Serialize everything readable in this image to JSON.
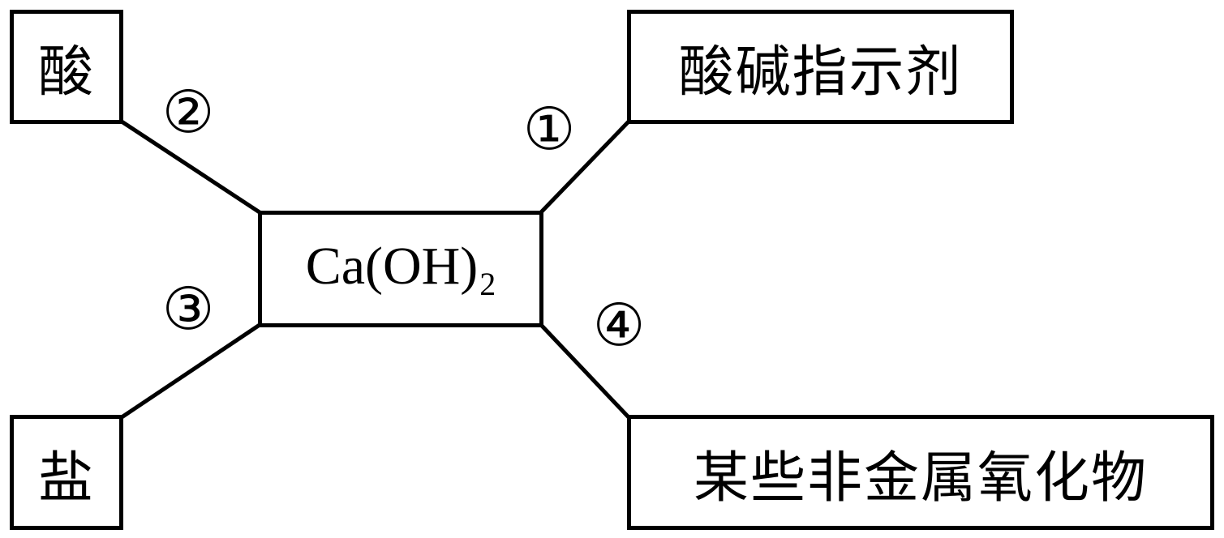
{
  "center": {
    "formula_main": "Ca(OH)",
    "formula_sub": "2"
  },
  "nodes": {
    "acid": "酸",
    "indicator": "酸碱指示剂",
    "salt": "盐",
    "nonmetal_oxide": "某些非金属氧化物"
  },
  "markers": {
    "m1": "①",
    "m2": "②",
    "m3": "③",
    "m4": "④"
  }
}
